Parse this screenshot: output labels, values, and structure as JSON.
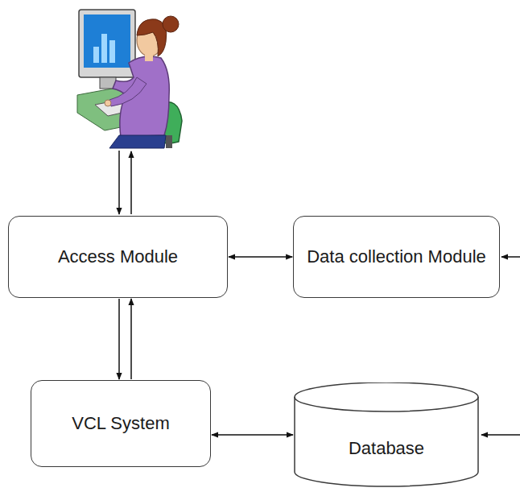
{
  "diagram": {
    "nodes": [
      {
        "text": [
          "Access Module"
        ]
      },
      {
        "text": [
          "Data collection Module"
        ]
      },
      {
        "text": [
          "VCL System"
        ]
      },
      {
        "text": [
          "Database"
        ]
      }
    ],
    "edges": [
      {
        "from": 0,
        "to": 1,
        "arrow": "both"
      },
      {
        "from": 0,
        "to": 2,
        "arrow": "to"
      },
      {
        "from": 2,
        "to": 0,
        "arrow": "to"
      },
      {
        "from": 2,
        "to": 3,
        "arrow": "both"
      }
    ]
  }
}
